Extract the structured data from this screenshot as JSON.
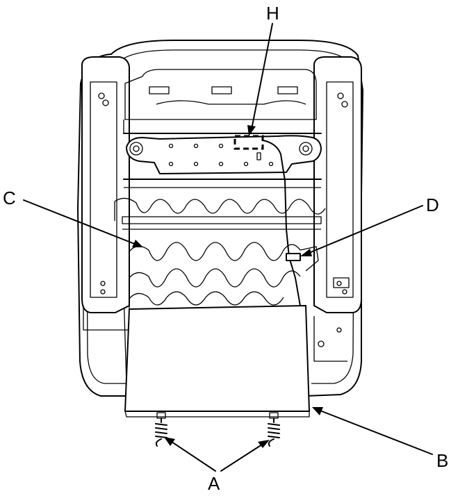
{
  "callouts": {
    "h": "H",
    "c": "C",
    "d": "D",
    "b": "B",
    "a": "A"
  }
}
